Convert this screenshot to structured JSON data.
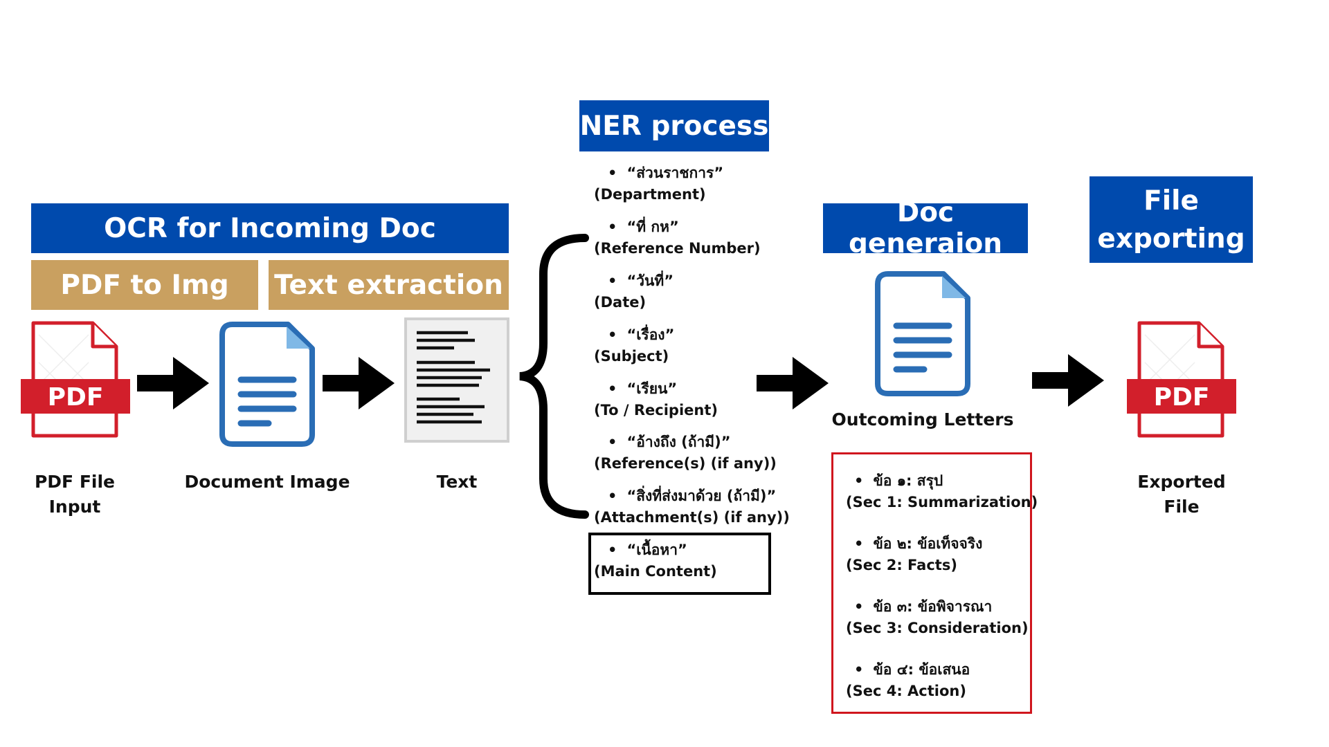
{
  "headers": {
    "ocr": "OCR for Incoming Doc",
    "pdf_to_img": "PDF to Img",
    "text_extraction": "Text extraction",
    "ner": "NER process",
    "doc_gen": "Doc generaion",
    "file_export_line1": "File",
    "file_export_line2": "exporting"
  },
  "labels": {
    "pdf_input_line1": "PDF File",
    "pdf_input_line2": "Input",
    "document_image": "Document Image",
    "text": "Text",
    "outcoming_letters": "Outcoming Letters",
    "exported_line1": "Exported",
    "exported_line2": "File"
  },
  "pdf_badge": "PDF",
  "ner_items": [
    {
      "thai": "“ส่วนราชการ”",
      "en": "(Department)"
    },
    {
      "thai": "“ที่ กห”",
      "en": "(Reference  Number)"
    },
    {
      "thai": "“วันที่”",
      "en": "(Date)"
    },
    {
      "thai": "“เรื่อง”",
      "en": "(Subject)"
    },
    {
      "thai": "“เรียน”",
      "en": "(To / Recipient)"
    },
    {
      "thai": "“อ้างถึง (ถ้ามี)”",
      "en": "(Reference(s) (if any))"
    },
    {
      "thai": "“สิ่งที่ส่งมาด้วย (ถ้ามี)”",
      "en": "(Attachment(s) (if any))"
    },
    {
      "thai": "“เนื้อหา”",
      "en": "(Main Content)"
    }
  ],
  "sections": [
    {
      "thai": "ข้อ ๑: สรุป",
      "en": "(Sec 1: Summarization)"
    },
    {
      "thai": "ข้อ ๒: ข้อเท็จจริง",
      "en": "(Sec 2: Facts)"
    },
    {
      "thai": "ข้อ ๓: ข้อพิจารณา",
      "en": "(Sec 3: Consideration)"
    },
    {
      "thai": "ข้อ ๔: ข้อเสนอ",
      "en": "(Sec 4: Action)"
    }
  ],
  "colors": {
    "blue_header": "#004aad",
    "gold_header": "#c9a060",
    "pdf_red": "#d21f2b",
    "doc_blue": "#2a6db5",
    "doc_light": "#7fb8e6",
    "red_box": "#d0161e"
  }
}
